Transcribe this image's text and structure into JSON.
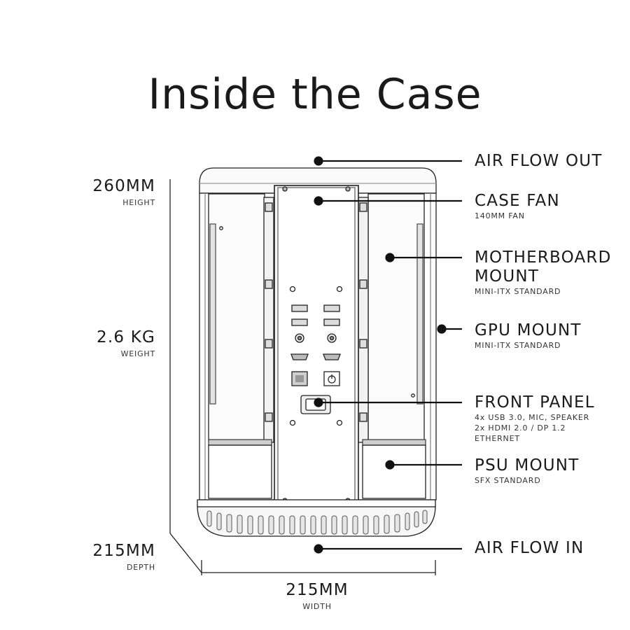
{
  "title": "Inside the Case",
  "dimensions": {
    "height": {
      "value": "260MM",
      "label": "HEIGHT"
    },
    "weight": {
      "value": "2.6 KG",
      "label": "WEIGHT"
    },
    "depth": {
      "value": "215MM",
      "label": "DEPTH"
    },
    "width": {
      "value": "215MM",
      "label": "WIDTH"
    }
  },
  "callouts": [
    {
      "title": "AIR FLOW OUT",
      "details": []
    },
    {
      "title": "CASE FAN",
      "details": [
        "140MM FAN"
      ]
    },
    {
      "title": "MOTHERBOARD",
      "title2": "MOUNT",
      "details": [
        "MINI-ITX STANDARD"
      ]
    },
    {
      "title": "GPU MOUNT",
      "details": [
        "MINI-ITX STANDARD"
      ]
    },
    {
      "title": "FRONT PANEL",
      "details": [
        "4x USB 3.0, MIC, SPEAKER",
        "2x HDMI 2.0 / DP 1.2",
        "ETHERNET"
      ]
    },
    {
      "title": "PSU MOUNT",
      "details": [
        "SFX STANDARD"
      ]
    },
    {
      "title": "AIR FLOW IN",
      "details": []
    }
  ]
}
